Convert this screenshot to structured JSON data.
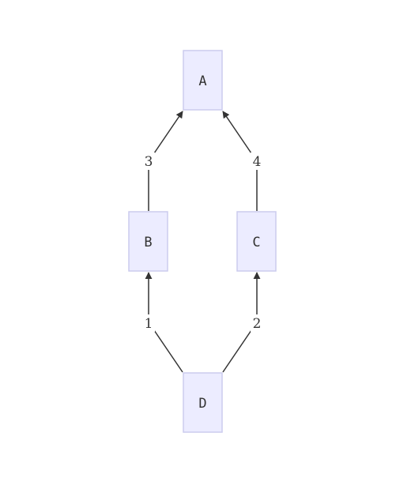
{
  "nodes": {
    "A": {
      "label": "A"
    },
    "B": {
      "label": "B"
    },
    "C": {
      "label": "C"
    },
    "D": {
      "label": "D"
    }
  },
  "edges": [
    {
      "from": "D",
      "to": "B",
      "label": "1"
    },
    {
      "from": "D",
      "to": "C",
      "label": "2"
    },
    {
      "from": "B",
      "to": "A",
      "label": "3"
    },
    {
      "from": "C",
      "to": "A",
      "label": "4"
    }
  ],
  "colors": {
    "node_fill": "#ececff",
    "node_stroke": "#ccccee",
    "edge": "#333333",
    "text": "#333333"
  }
}
